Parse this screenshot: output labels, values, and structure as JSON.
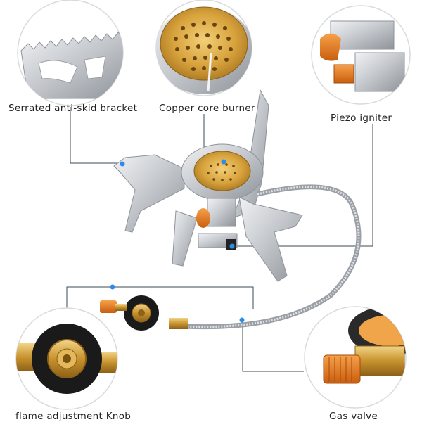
{
  "labels": {
    "bracket": "Serrated anti-skid bracket",
    "burner": "Copper core burner",
    "piezo": "Piezo igniter",
    "knob": "flame adjustment Knob",
    "valve": "Gas valve"
  },
  "colors": {
    "leader_line": "#3b4a56",
    "marker_dot": "#2d8be8",
    "steel": "#c9ccd0",
    "copper": "#d7a23c",
    "orange": "#ec7a1c",
    "knob_black": "#1a1a1a",
    "circle_border": "#d8dadc"
  }
}
